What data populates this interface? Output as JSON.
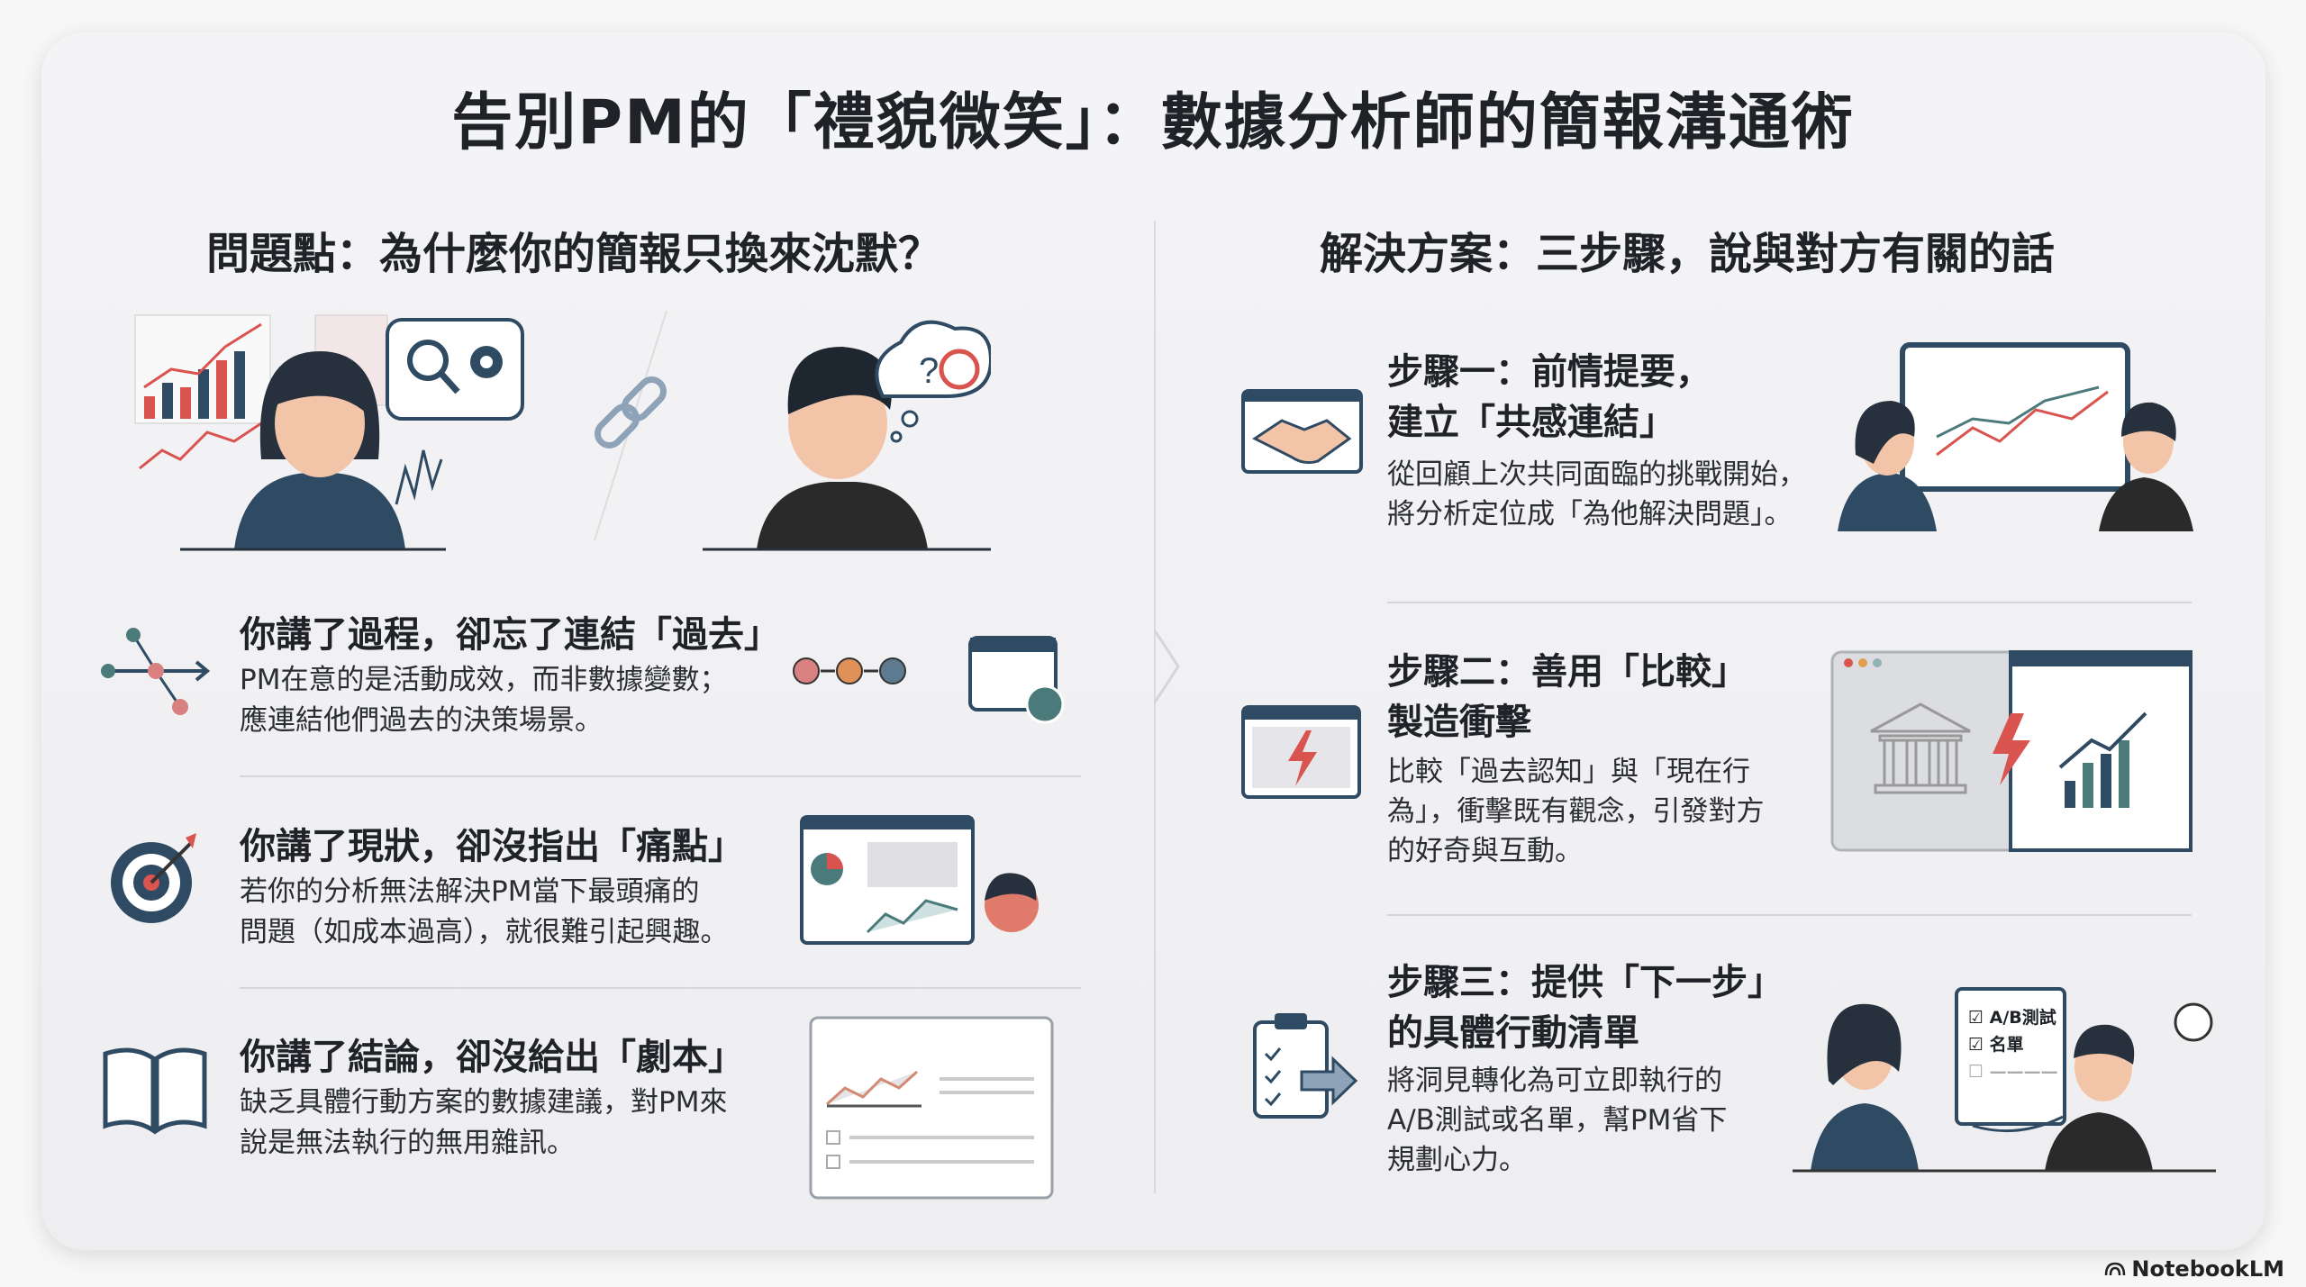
{
  "title": "告別PM的「禮貌微笑」：數據分析師的簡報溝通術",
  "left": {
    "heading": "問題點：為什麼你的簡報只換來沈默？",
    "items": [
      {
        "title": "你講了過程，卻忘了連結「過去」",
        "lines": [
          "PM在意的是活動成效，而非數據變數；",
          "應連結他們過去的決策場景。"
        ]
      },
      {
        "title": "你講了現狀，卻沒指出「痛點」",
        "lines": [
          "若你的分析無法解決PM當下最頭痛的",
          "問題（如成本過高），就很難引起興趣。"
        ]
      },
      {
        "title": "你講了結論，卻沒給出「劇本」",
        "lines": [
          "缺乏具體行動方案的數據建議，對PM來",
          "說是無法執行的無用雜訊。"
        ]
      }
    ]
  },
  "right": {
    "heading": "解決方案：三步驟，說與對方有關的話",
    "steps": [
      {
        "title": [
          "步驟一：前情提要，",
          "建立「共感連結」"
        ],
        "lines": [
          "從回顧上次共同面臨的挑戰開始，",
          "將分析定位成「為他解決問題」。"
        ]
      },
      {
        "title": [
          "步驟二：善用「比較」",
          "製造衝擊"
        ],
        "lines": [
          "比較「過去認知」與「現在行",
          "為」，衝擊既有觀念，引發對方",
          "的好奇與互動。"
        ]
      },
      {
        "title": [
          "步驟三：提供「下一步」",
          "的具體行動清單"
        ],
        "lines": [
          "將洞見轉化為可立即執行的",
          "A/B測試或名單，幫PM省下",
          "規劃心力。"
        ]
      }
    ],
    "checklist": [
      "A/B測試",
      "名單"
    ]
  },
  "footer": "NotebookLM",
  "colors": {
    "navy": "#2f4a63",
    "red": "#d9534f",
    "orange": "#e08a4a",
    "teal": "#4a7a7a",
    "text": "#1f2328"
  }
}
